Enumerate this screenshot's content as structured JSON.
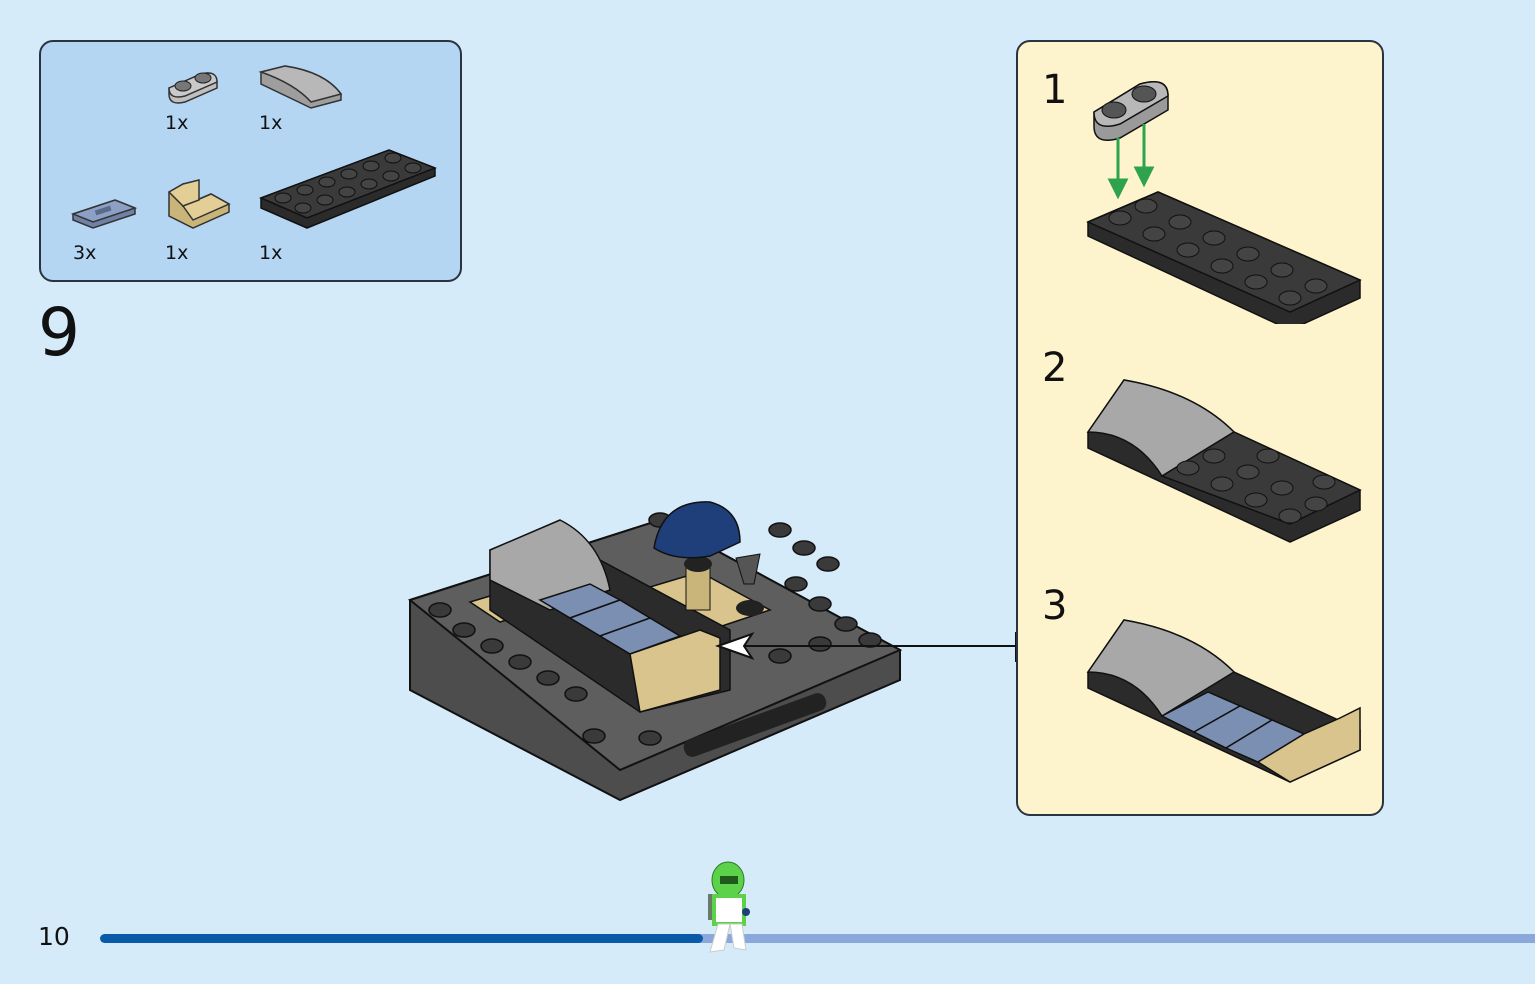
{
  "parts_list": {
    "items": [
      {
        "name": "plate-1x2-rounded-light-grey",
        "qty": "1x"
      },
      {
        "name": "slope-curved-light-grey",
        "qty": "1x"
      },
      {
        "name": "tile-1x2-grille-sand-blue",
        "qty": "3x"
      },
      {
        "name": "bracket-seat-tan",
        "qty": "1x"
      },
      {
        "name": "plate-2x6-black",
        "qty": "1x"
      }
    ]
  },
  "step": {
    "number": "9"
  },
  "sub_steps": [
    {
      "number": "1"
    },
    {
      "number": "2"
    },
    {
      "number": "3"
    }
  ],
  "footer": {
    "page_number": "10",
    "progress": 0.42
  },
  "colors": {
    "background": "#d6ebf9",
    "parts_box": "#b4d6f3",
    "sub_box": "#fdf4cd",
    "progress_fill": "#0a5aa8",
    "progress_track": "#8aa8d9"
  }
}
